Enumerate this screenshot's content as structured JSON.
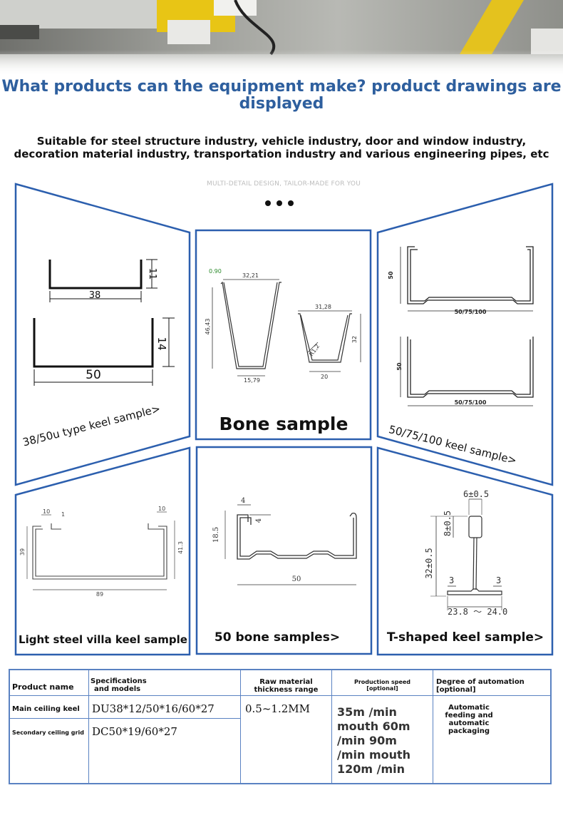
{
  "header": {
    "title": "What products can the equipment make? product drawings are displayed",
    "subtitle_line1": "Suitable for steel structure industry, vehicle industry, door and window industry,",
    "subtitle_line2": "decoration material industry, transportation industry and various engineering pipes, etc",
    "tagline": "MULTI-DETAIL DESIGN, TAILOR-MADE FOR YOU"
  },
  "panels": {
    "u_keel": {
      "label": "38/50u type keel sample>",
      "dims": [
        "38",
        "11",
        "50",
        "14"
      ]
    },
    "bone": {
      "label": "Bone sample",
      "dims": [
        "0.90",
        "32,21",
        "46,43",
        "15,79",
        "31,28",
        "32",
        "R1,2",
        "20"
      ]
    },
    "keel_50_75_100": {
      "label": "50/75/100 keel sample>",
      "dims": [
        "50",
        "50/75/100",
        "50",
        "50/75/100"
      ]
    },
    "villa": {
      "label": "Light steel villa keel sample",
      "dims": [
        "10",
        "1",
        "10",
        "39",
        "41.3",
        "89"
      ]
    },
    "bone50": {
      "label": "50 bone samples>",
      "dims": [
        "4",
        "4",
        "18.5",
        "50"
      ]
    },
    "t_keel": {
      "label": "T-shaped keel sample>",
      "dims": [
        "6±0.5",
        "8±0.5",
        "32±0.5",
        "3",
        "3",
        "23.8 ～ 24.0"
      ]
    }
  },
  "table": {
    "headers": {
      "product_name": "Product name",
      "spec_1": "Specifications",
      "spec_2": "and models",
      "raw_1": "Raw material",
      "raw_2": "thickness range",
      "speed_1": "Production speed",
      "speed_2": "[optional]",
      "auto_1": "Degree of automation",
      "auto_2": "[optional]"
    },
    "rows": {
      "main_name": "Main ceiling keel",
      "main_spec": "DU38*12/50*16/60*27",
      "secondary_name": "Secondary ceiling grid",
      "secondary_spec": "DC50*19/60*27"
    },
    "thickness": "0.5~1.2MM",
    "speed_lines": [
      "35m /min",
      "mouth 60m",
      "/min 90m",
      "/min mouth",
      "120m /min"
    ],
    "auto_lines": [
      "Automatic",
      "feeding and",
      "automatic",
      "packaging"
    ]
  },
  "colors": {
    "title": "#2e5f9e",
    "panel_border": "#2c5fae",
    "table_border": "#5a82c2"
  }
}
